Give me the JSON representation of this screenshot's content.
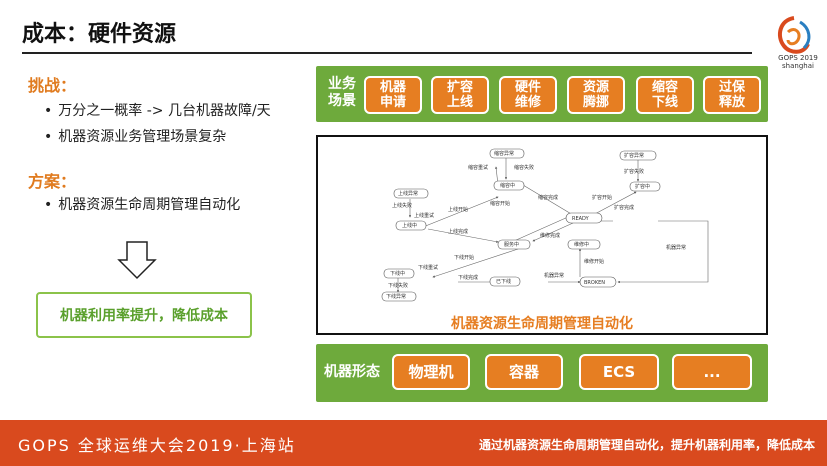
{
  "title": "成本：硬件资源",
  "logo": {
    "text": "GOPS 2019",
    "city": "shanghai"
  },
  "challenge": {
    "heading": "挑战：",
    "bullets": [
      "万分之一概率 -> 几台机器故障/天",
      "机器资源业务管理场景复杂"
    ]
  },
  "solution": {
    "heading": "方案：",
    "bullets": [
      "机器资源生命周期管理自动化"
    ]
  },
  "result": "机器利用率提升，降低成本",
  "scenarios": {
    "label_line1": "业务",
    "label_line2": "场景",
    "items": [
      {
        "l1": "机器",
        "l2": "申请"
      },
      {
        "l1": "扩容",
        "l2": "上线"
      },
      {
        "l1": "硬件",
        "l2": "维修"
      },
      {
        "l1": "资源",
        "l2": "腾挪"
      },
      {
        "l1": "缩容",
        "l2": "下线"
      },
      {
        "l1": "过保",
        "l2": "释放"
      }
    ]
  },
  "diagram": {
    "caption": "机器资源生命周期管理自动化",
    "nodes": {
      "n1": "缩容异常",
      "n2": "缩容中",
      "n3": "上线异常",
      "n4": "上线中",
      "n5": "READY",
      "n6": "扩容异常",
      "n7": "扩容中",
      "n8": "服务中",
      "n9": "维修中",
      "n10": "下线中",
      "n11": "已下线",
      "n12": "BROKEN",
      "n13": "下线异常"
    },
    "edges": {
      "e1": "缩容重试",
      "e2": "缩容失败",
      "e3": "缩容完成",
      "e4": "缩容开始",
      "e5": "上线失败",
      "e6": "上线重试",
      "e7": "上线开始",
      "e8": "上线完成",
      "e9": "扩容开始",
      "e10": "扩容失败",
      "e11": "扩容完成",
      "e12": "维修完成",
      "e13": "维修开始",
      "e14": "机器异常",
      "e15": "下线开始",
      "e16": "下线重试",
      "e17": "下线失败",
      "e18": "下线完成",
      "e19": "机器异常"
    }
  },
  "forms": {
    "label": "机器形态",
    "items": [
      "物理机",
      "容器",
      "ECS",
      "..."
    ]
  },
  "footer": {
    "left": "GOPS 全球运维大会2019·上海站",
    "right": "通过机器资源生命周期管理自动化，提升机器利用率，降低成本"
  },
  "colors": {
    "accent": "#e67e22",
    "green": "#6eaa3c",
    "footer": "#d94a1e"
  }
}
